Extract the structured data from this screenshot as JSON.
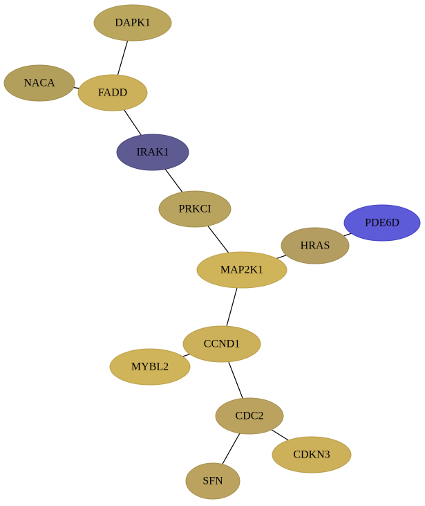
{
  "nodes": [
    {
      "id": "DAPK1",
      "label": "DAPK1",
      "fill": "#bba65e",
      "stroke": "#a89450"
    },
    {
      "id": "NACA",
      "label": "NACA",
      "fill": "#b39f5c",
      "stroke": "#9e8b4d"
    },
    {
      "id": "FADD",
      "label": "FADD",
      "fill": "#ccb05a",
      "stroke": "#b89d4a"
    },
    {
      "id": "IRAK1",
      "label": "IRAK1",
      "fill": "#5e5b92",
      "stroke": "#484578"
    },
    {
      "id": "PRKCI",
      "label": "PRKCI",
      "fill": "#b8a35f",
      "stroke": "#a18e4f"
    },
    {
      "id": "PDE6D",
      "label": "PDE6D",
      "fill": "#5d5bd8",
      "stroke": "#4442c4"
    },
    {
      "id": "HRAS",
      "label": "HRAS",
      "fill": "#b39d60",
      "stroke": "#9c8850"
    },
    {
      "id": "MAP2K1",
      "label": "MAP2K1",
      "fill": "#d0b45a",
      "stroke": "#bca14a"
    },
    {
      "id": "CCND1",
      "label": "CCND1",
      "fill": "#ccb05a",
      "stroke": "#b89d4a"
    },
    {
      "id": "MYBL2",
      "label": "MYBL2",
      "fill": "#d0b45a",
      "stroke": "#bca14a"
    },
    {
      "id": "CDC2",
      "label": "CDC2",
      "fill": "#bba35f",
      "stroke": "#a68f4f"
    },
    {
      "id": "CDKN3",
      "label": "CDKN3",
      "fill": "#ccb05a",
      "stroke": "#b89d4a"
    },
    {
      "id": "SFN",
      "label": "SFN",
      "fill": "#bba35f",
      "stroke": "#a68f4f"
    }
  ],
  "edges": [
    {
      "source": "DAPK1",
      "target": "FADD"
    },
    {
      "source": "NACA",
      "target": "FADD"
    },
    {
      "source": "FADD",
      "target": "IRAK1"
    },
    {
      "source": "IRAK1",
      "target": "PRKCI"
    },
    {
      "source": "PRKCI",
      "target": "MAP2K1"
    },
    {
      "source": "HRAS",
      "target": "PDE6D"
    },
    {
      "source": "MAP2K1",
      "target": "HRAS"
    },
    {
      "source": "MAP2K1",
      "target": "CCND1"
    },
    {
      "source": "CCND1",
      "target": "MYBL2"
    },
    {
      "source": "CCND1",
      "target": "CDC2"
    },
    {
      "source": "CDC2",
      "target": "CDKN3"
    },
    {
      "source": "CDC2",
      "target": "SFN"
    }
  ]
}
